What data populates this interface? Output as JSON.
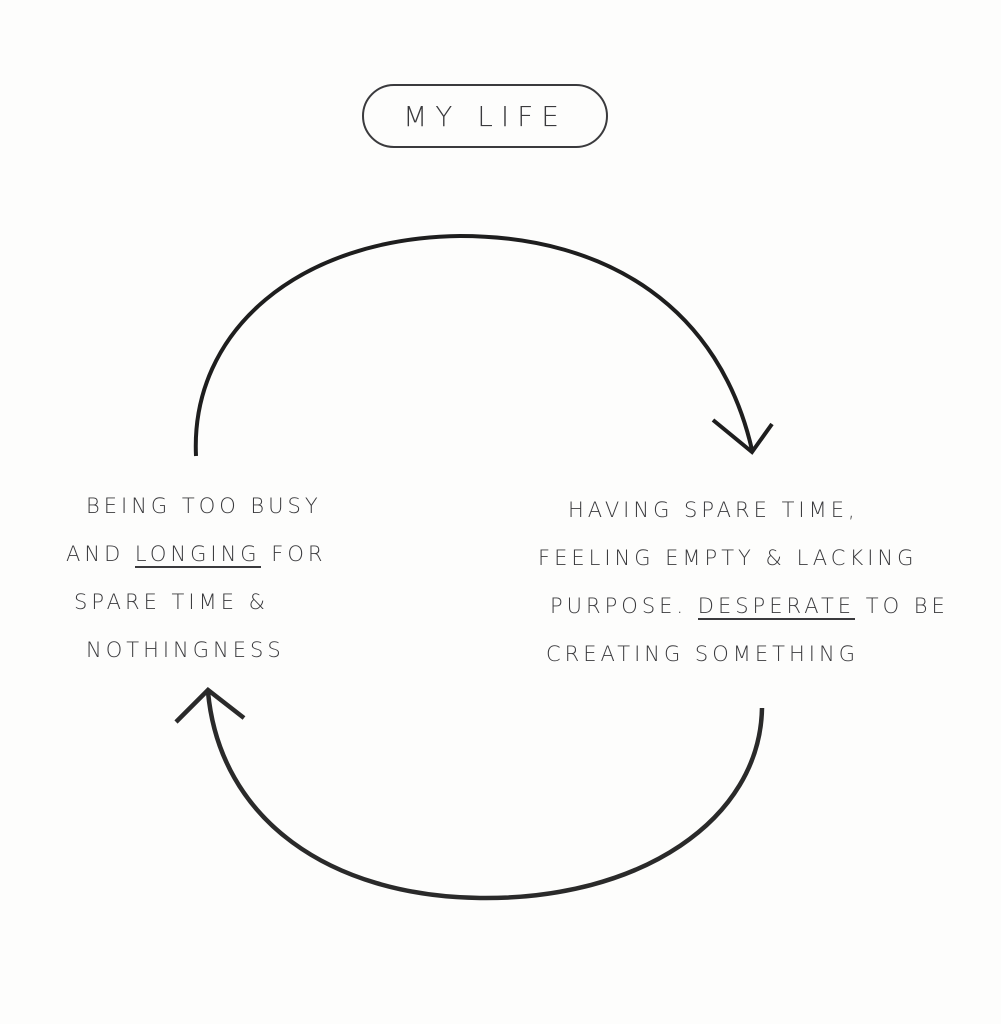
{
  "title": "MY LIFE",
  "left": {
    "l1": "BEING TOO BUSY",
    "l2a": "AND ",
    "l2b": "LONGING",
    "l2c": " FOR",
    "l3": "SPARE TIME &",
    "l4": "NOTHINGNESS"
  },
  "right": {
    "l1": "HAVING SPARE TIME,",
    "l2": "FEELING EMPTY & LACKING",
    "l3a": "PURPOSE. ",
    "l3b": "DESPERATE",
    "l3c": " TO BE",
    "l4": "CREATING SOMETHING"
  }
}
